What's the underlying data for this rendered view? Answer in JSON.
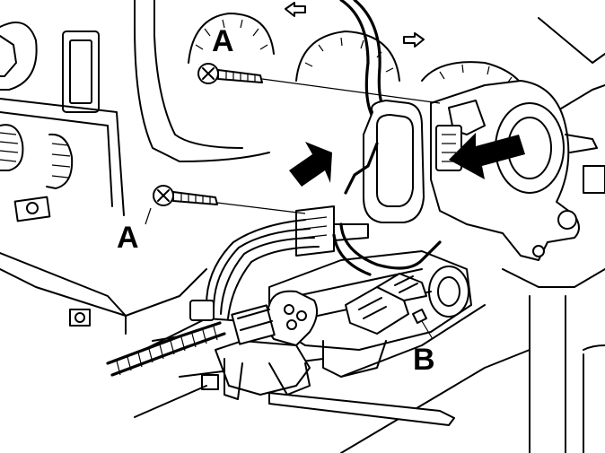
{
  "labels": {
    "screw_upper": "A",
    "screw_lower": "A",
    "connector": "B"
  },
  "colors": {
    "ink": "#000000",
    "paper": "#ffffff"
  },
  "icons": {
    "removal_arrow": "arrow-left-icon",
    "install_arrow": "arrow-up-right-icon"
  }
}
